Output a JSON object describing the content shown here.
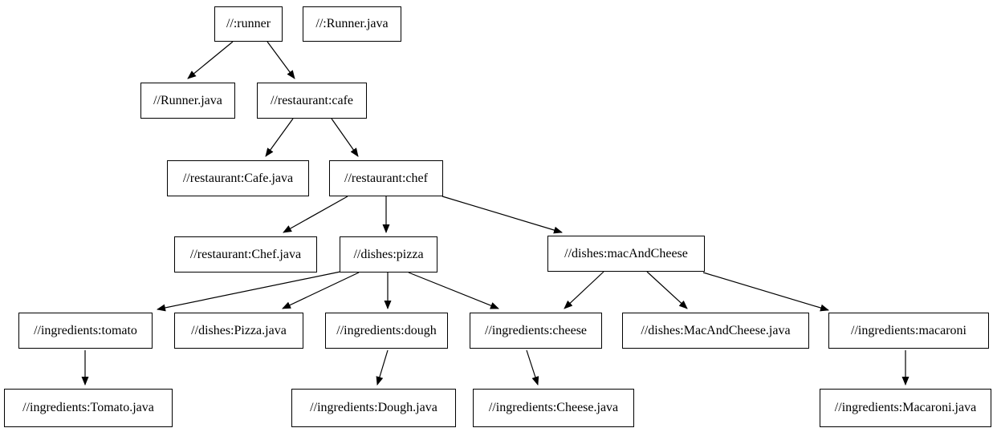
{
  "diagram": {
    "type": "dependency-graph",
    "description": "Build target dependency graph (graphviz-style boxes with arrows)",
    "colors": {
      "background": "#ffffff",
      "node_fill": "#ffffff",
      "node_border": "#000000",
      "edge": "#000000",
      "text": "#000000"
    },
    "nodes": [
      {
        "id": "runner",
        "label": "//:runner"
      },
      {
        "id": "runner-java-root",
        "label": "//:Runner.java"
      },
      {
        "id": "runner-java",
        "label": "//Runner.java"
      },
      {
        "id": "cafe",
        "label": "//restaurant:cafe"
      },
      {
        "id": "cafe-java",
        "label": "//restaurant:Cafe.java"
      },
      {
        "id": "chef",
        "label": "//restaurant:chef"
      },
      {
        "id": "chef-java",
        "label": "//restaurant:Chef.java"
      },
      {
        "id": "pizza",
        "label": "//dishes:pizza"
      },
      {
        "id": "mac-and-cheese",
        "label": "//dishes:macAndCheese"
      },
      {
        "id": "tomato",
        "label": "//ingredients:tomato"
      },
      {
        "id": "pizza-java",
        "label": "//dishes:Pizza.java"
      },
      {
        "id": "dough",
        "label": "//ingredients:dough"
      },
      {
        "id": "cheese",
        "label": "//ingredients:cheese"
      },
      {
        "id": "mac-and-cheese-java",
        "label": "//dishes:MacAndCheese.java"
      },
      {
        "id": "macaroni",
        "label": "//ingredients:macaroni"
      },
      {
        "id": "tomato-java",
        "label": "//ingredients:Tomato.java"
      },
      {
        "id": "dough-java",
        "label": "//ingredients:Dough.java"
      },
      {
        "id": "cheese-java",
        "label": "//ingredients:Cheese.java"
      },
      {
        "id": "macaroni-java",
        "label": "//ingredients:Macaroni.java"
      }
    ],
    "edges": [
      {
        "from": "runner",
        "to": "runner-java"
      },
      {
        "from": "runner",
        "to": "cafe"
      },
      {
        "from": "cafe",
        "to": "cafe-java"
      },
      {
        "from": "cafe",
        "to": "chef"
      },
      {
        "from": "chef",
        "to": "chef-java"
      },
      {
        "from": "chef",
        "to": "pizza"
      },
      {
        "from": "chef",
        "to": "mac-and-cheese"
      },
      {
        "from": "pizza",
        "to": "tomato"
      },
      {
        "from": "pizza",
        "to": "pizza-java"
      },
      {
        "from": "pizza",
        "to": "dough"
      },
      {
        "from": "pizza",
        "to": "cheese"
      },
      {
        "from": "mac-and-cheese",
        "to": "cheese"
      },
      {
        "from": "mac-and-cheese",
        "to": "mac-and-cheese-java"
      },
      {
        "from": "mac-and-cheese",
        "to": "macaroni"
      },
      {
        "from": "tomato",
        "to": "tomato-java"
      },
      {
        "from": "dough",
        "to": "dough-java"
      },
      {
        "from": "cheese",
        "to": "cheese-java"
      },
      {
        "from": "macaroni",
        "to": "macaroni-java"
      }
    ]
  }
}
